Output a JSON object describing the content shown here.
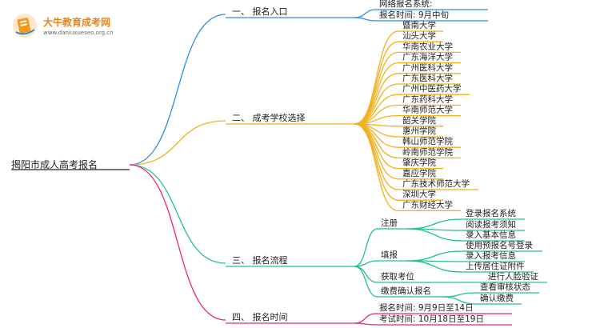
{
  "logo": {
    "title": "大牛教育成考网",
    "url": "www.daniuxueseo.org.cn"
  },
  "colors": {
    "root": "#222222",
    "branch1": "#2f8be0",
    "branch2": "#f2b01e",
    "branch3": "#23c18a",
    "branch4": "#e8287a",
    "text": "#222222"
  },
  "root": {
    "label": "揭阳市成人高考报名"
  },
  "branches": [
    {
      "label": "一、 报名入口",
      "children": [
        {
          "label": "网络报名系统:"
        },
        {
          "label": "报名时间: 9月中旬"
        }
      ]
    },
    {
      "label": "二、 成考学校选择",
      "children": [
        {
          "label": "暨南大学"
        },
        {
          "label": "汕头大学"
        },
        {
          "label": "华南农业大学"
        },
        {
          "label": "广东海洋大学"
        },
        {
          "label": "广州医科大学"
        },
        {
          "label": "广东医科大学"
        },
        {
          "label": "广州中医药大学"
        },
        {
          "label": "广东药科大学"
        },
        {
          "label": "华南师范大学"
        },
        {
          "label": "韶关学院"
        },
        {
          "label": "惠州学院"
        },
        {
          "label": "韩山师范学院"
        },
        {
          "label": "岭南师范学院"
        },
        {
          "label": "肇庆学院"
        },
        {
          "label": "嘉应学院"
        },
        {
          "label": "广东技术师范大学"
        },
        {
          "label": "深圳大学"
        },
        {
          "label": "广东财经大学"
        }
      ]
    },
    {
      "label": "三、 报名流程",
      "children": [
        {
          "label": "注册",
          "children": [
            {
              "label": "登录报名系统"
            },
            {
              "label": "阅读报考须知"
            },
            {
              "label": "录入基本信息"
            }
          ]
        },
        {
          "label": "填报",
          "children": [
            {
              "label": "使用预报名号登录"
            },
            {
              "label": "录入报考信息"
            },
            {
              "label": "上传居住证附件"
            }
          ]
        },
        {
          "label": "获取考位",
          "children": [
            {
              "label": "进行人脸验证"
            }
          ]
        },
        {
          "label": "缴费确认报名",
          "children": [
            {
              "label": "查看审核状态"
            },
            {
              "label": "确认缴费"
            }
          ]
        }
      ]
    },
    {
      "label": "四、 报名时间",
      "children": [
        {
          "label": "报名时间: 9月9日至14日"
        },
        {
          "label": "考试时间: 10月18日至19日"
        }
      ]
    }
  ]
}
